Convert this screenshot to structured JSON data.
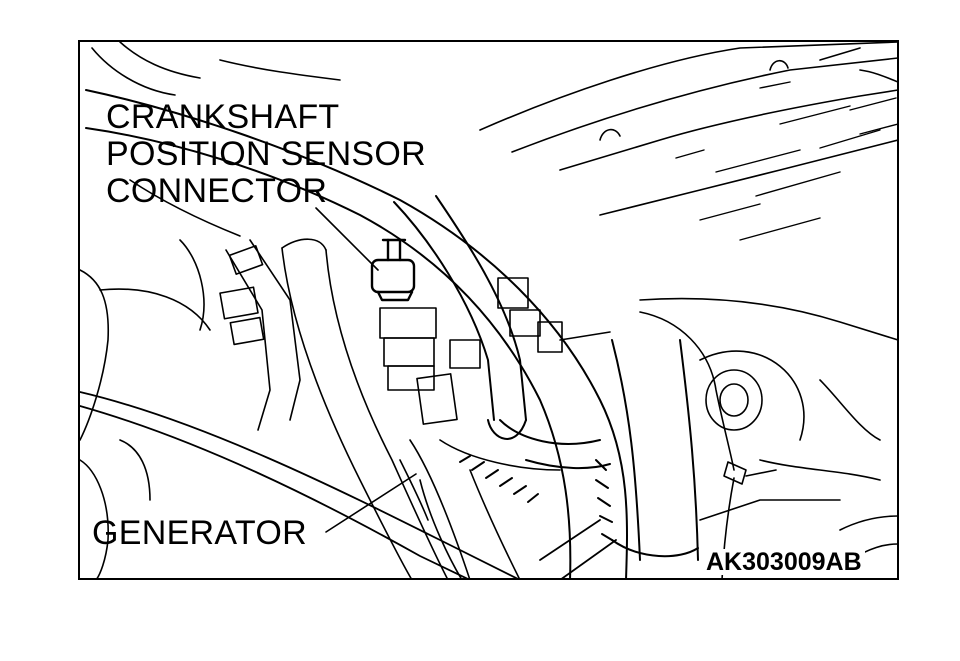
{
  "figure": {
    "labels": {
      "crankshaft_sensor_line1": "CRANKSHAFT",
      "crankshaft_sensor_line2": "POSITION SENSOR",
      "crankshaft_sensor_line3": "CONNECTOR",
      "generator": "GENERATOR"
    },
    "figure_code": "AK303009AB",
    "colors": {
      "ink": "#000000",
      "paper": "#ffffff"
    }
  }
}
